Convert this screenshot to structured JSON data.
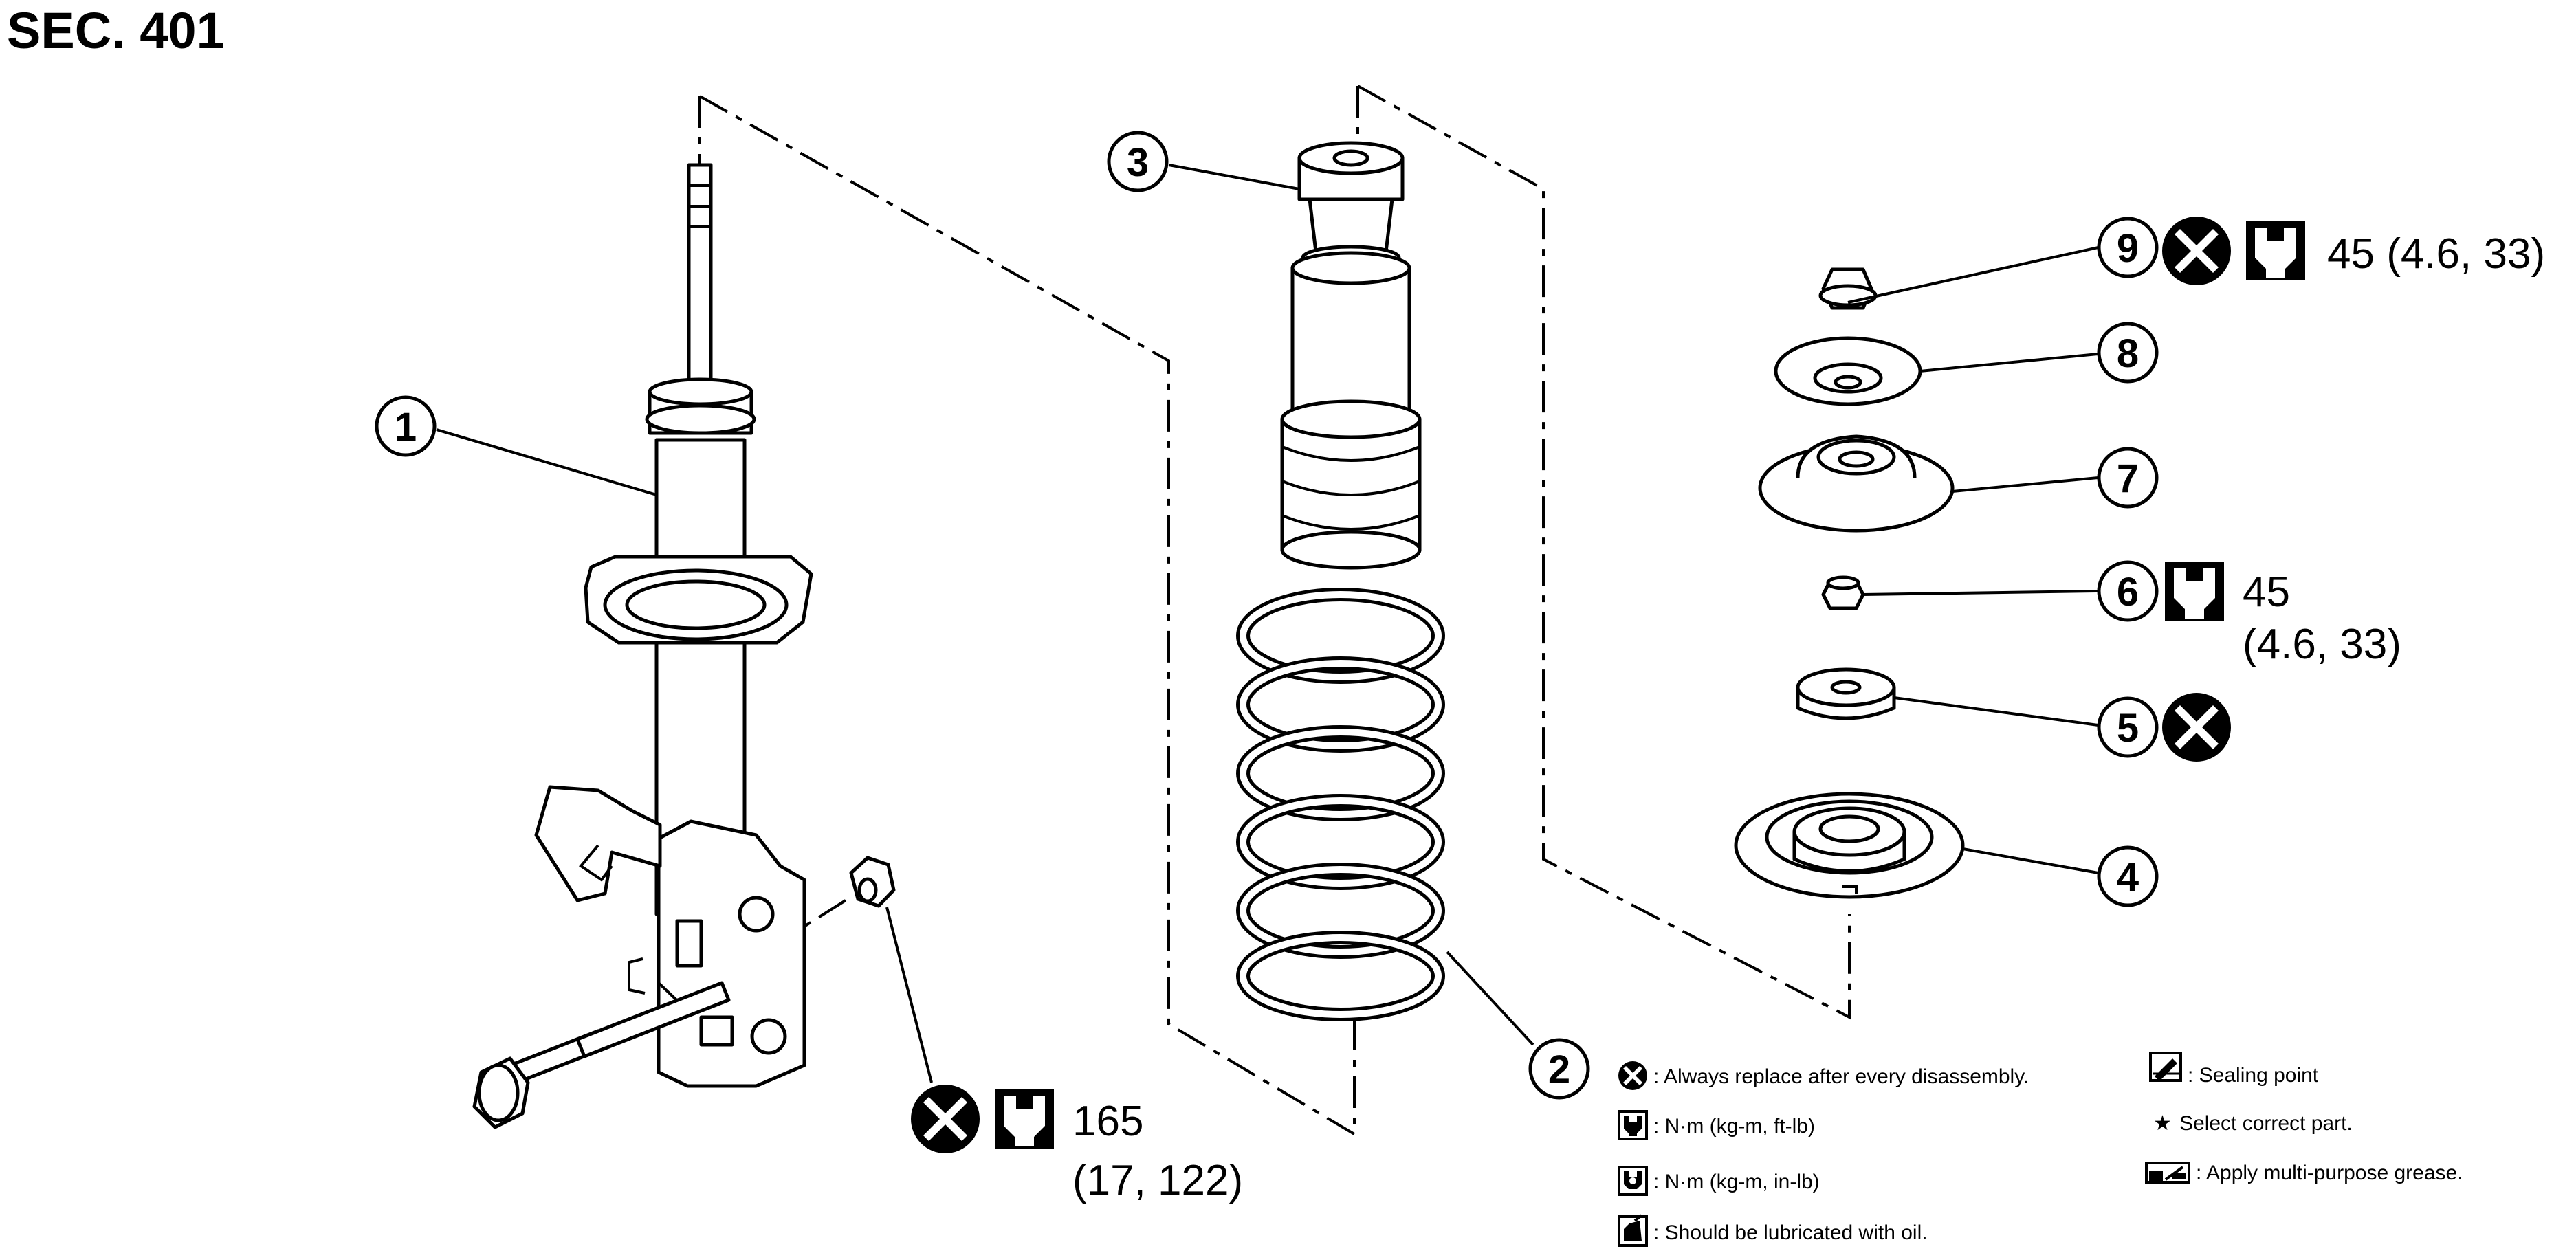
{
  "section": "SEC. 401",
  "callouts": [
    "1",
    "2",
    "3",
    "4",
    "5",
    "6",
    "7",
    "8",
    "9"
  ],
  "torque": {
    "part9": "45 (4.6, 33)",
    "part6_line1": "45",
    "part6_line2": "(4.6, 33)",
    "bolt_line1": "165",
    "bolt_line2": "(17, 122)"
  },
  "legend": {
    "replace": ": Always replace after every disassembly.",
    "nm_ftlb": ": N·m (kg-m, ft-lb)",
    "nm_inlb": ": N·m (kg-m, in-lb)",
    "oil": ": Should be lubricated with oil.",
    "sealing": ": Sealing point",
    "select": "Select correct part.",
    "grease": ": Apply multi-purpose grease.",
    "star": "★"
  },
  "icons": [
    "replace-x-icon",
    "torque-wrench-icon",
    "torque-wrench-inlb-icon",
    "oil-can-icon",
    "sealing-point-icon",
    "star-icon",
    "grease-icon"
  ]
}
